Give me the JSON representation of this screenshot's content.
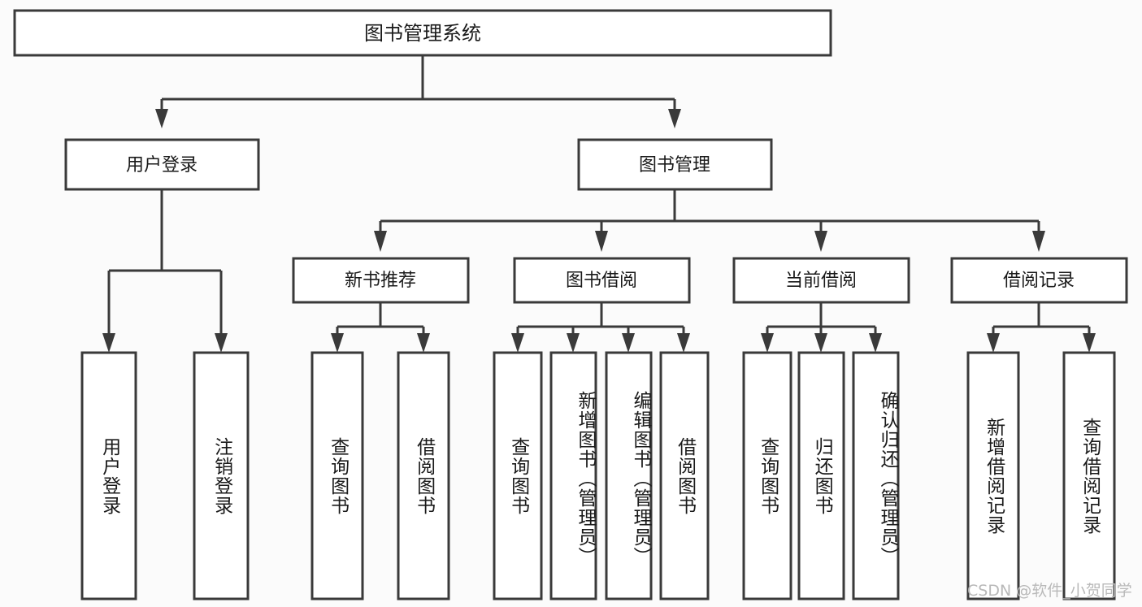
{
  "diagram": {
    "title": "图书管理系统",
    "type": "tree",
    "root": {
      "label": "图书管理系统"
    },
    "level2": [
      {
        "label": "用户登录"
      },
      {
        "label": "图书管理"
      }
    ],
    "level3": [
      {
        "label": "新书推荐"
      },
      {
        "label": "图书借阅"
      },
      {
        "label": "当前借阅"
      },
      {
        "label": "借阅记录"
      }
    ],
    "leaves_user_login": [
      {
        "label": "用户登录"
      },
      {
        "label": "注销登录"
      }
    ],
    "leaves_new_book": [
      {
        "label": "查询图书"
      },
      {
        "label": "借阅图书"
      }
    ],
    "leaves_borrow": [
      {
        "label": "查询图书"
      },
      {
        "label": "新增图书（管理员）"
      },
      {
        "label": "编辑图书（管理员）"
      },
      {
        "label": "借阅图书"
      }
    ],
    "leaves_current": [
      {
        "label": "查询图书"
      },
      {
        "label": "归还图书"
      },
      {
        "label": "确认归还（管理员）"
      }
    ],
    "leaves_record": [
      {
        "label": "新增借阅记录"
      },
      {
        "label": "查询借阅记录"
      }
    ]
  },
  "watermark": {
    "text": "CSDN @软件_小贺同学"
  },
  "colors": {
    "background": "#fbfbfb",
    "box_fill": "#ffffff",
    "stroke": "#3a3a3a",
    "text": "#1a1a1a",
    "watermark": "#b9b9b9"
  }
}
